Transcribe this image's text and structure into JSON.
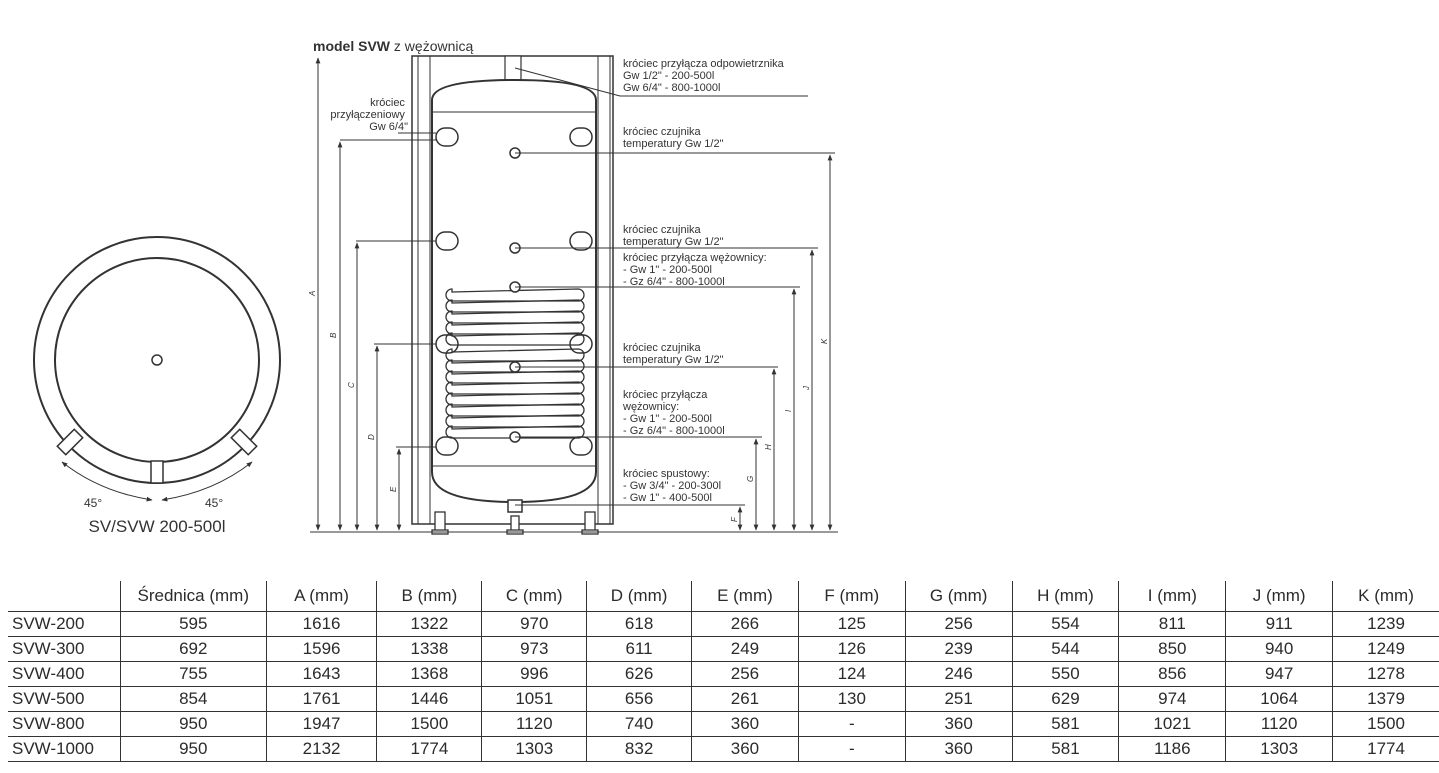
{
  "top_view": {
    "angle_left": "45°",
    "angle_right": "45°",
    "title": "SV/SVW 200-500l"
  },
  "side_view": {
    "title_bold": "model SVW",
    "title_rest": " z wężownicą",
    "labels": {
      "vent": [
        "króciec przyłącza odpowietrznika",
        "Gw 1/2\" - 200-500l",
        "Gw 6/4\" - 800-1000l"
      ],
      "connector": [
        "króciec",
        "przyłączeniowy",
        "Gw 6/4\""
      ],
      "sensor1": [
        "króciec czujnika",
        "temperatury Gw 1/2\""
      ],
      "sensor2": [
        "króciec czujnika",
        "temperatury Gw 1/2\""
      ],
      "coil_top": [
        "króciec przyłącza wężownicy:",
        "- Gw 1\" - 200-500l",
        "- Gz 6/4\" - 800-1000l"
      ],
      "sensor3": [
        "króciec czujnika",
        "temperatury Gw 1/2\""
      ],
      "coil_bottom": [
        "króciec przyłącza",
        "wężownicy:",
        "- Gw 1\" - 200-500l",
        "- Gz 6/4\" - 800-1000l"
      ],
      "drain": [
        "króciec spustowy:",
        "- Gw 3/4\" - 200-300l",
        "- Gw 1\" - 400-500l"
      ]
    },
    "dims": {
      "A": "A",
      "B": "B",
      "C": "C",
      "D": "D",
      "E": "E",
      "F": "F",
      "G": "G",
      "H": "H",
      "I": "I",
      "J": "J",
      "K": "K"
    }
  },
  "table": {
    "headers": [
      "",
      "Średnica (mm)",
      "A (mm)",
      "B (mm)",
      "C (mm)",
      "D (mm)",
      "E (mm)",
      "F (mm)",
      "G (mm)",
      "H (mm)",
      "I (mm)",
      "J (mm)",
      "K (mm)"
    ],
    "rows": [
      [
        "SVW-200",
        "595",
        "1616",
        "1322",
        "970",
        "618",
        "266",
        "125",
        "256",
        "554",
        "811",
        "911",
        "1239"
      ],
      [
        "SVW-300",
        "692",
        "1596",
        "1338",
        "973",
        "611",
        "249",
        "126",
        "239",
        "544",
        "850",
        "940",
        "1249"
      ],
      [
        "SVW-400",
        "755",
        "1643",
        "1368",
        "996",
        "626",
        "256",
        "124",
        "246",
        "550",
        "856",
        "947",
        "1278"
      ],
      [
        "SVW-500",
        "854",
        "1761",
        "1446",
        "1051",
        "656",
        "261",
        "130",
        "251",
        "629",
        "974",
        "1064",
        "1379"
      ],
      [
        "SVW-800",
        "950",
        "1947",
        "1500",
        "1120",
        "740",
        "360",
        "-",
        "360",
        "581",
        "1021",
        "1120",
        "1500"
      ],
      [
        "SVW-1000",
        "950",
        "2132",
        "1774",
        "1303",
        "832",
        "360",
        "-",
        "360",
        "581",
        "1186",
        "1303",
        "1774"
      ]
    ]
  }
}
